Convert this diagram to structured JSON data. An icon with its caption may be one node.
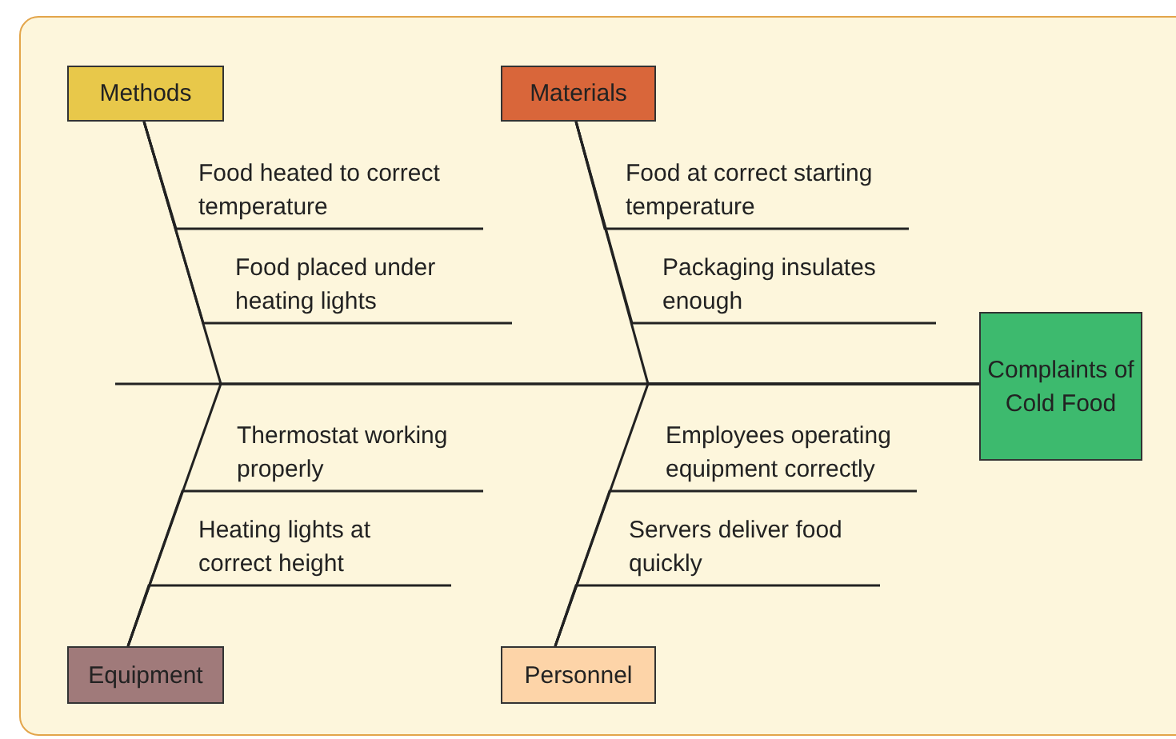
{
  "diagram": {
    "nodes": [
      {
        "text": [
          "Methods"
        ]
      },
      {
        "text": [
          "Materials"
        ]
      },
      {
        "text": [
          "Food heated to correct temperature"
        ]
      },
      {
        "text": [
          "Food at correct starting temperature"
        ]
      },
      {
        "text": [
          "Food placed under heating lights"
        ]
      },
      {
        "text": [
          "Packaging insulates enough"
        ]
      },
      {
        "text": [
          "Complaints of Cold Food"
        ]
      },
      {
        "text": [
          "Thermostat working properly"
        ]
      },
      {
        "text": [
          "Employees operating equipment correctly"
        ]
      },
      {
        "text": [
          "Heating lights at correct height"
        ]
      },
      {
        "text": [
          "Servers deliver food quickly"
        ]
      },
      {
        "text": [
          "Equipment"
        ]
      },
      {
        "text": [
          "Personnel"
        ]
      }
    ],
    "edges": [
      {
        "from": 0,
        "to": 6,
        "arrow": "none"
      },
      {
        "from": 1,
        "to": 6,
        "arrow": "none"
      },
      {
        "from": 11,
        "to": 6,
        "arrow": "none"
      },
      {
        "from": 12,
        "to": 6,
        "arrow": "none"
      },
      {
        "from": 2,
        "to": 0,
        "arrow": "none"
      },
      {
        "from": 4,
        "to": 0,
        "arrow": "none"
      },
      {
        "from": 3,
        "to": 1,
        "arrow": "none"
      },
      {
        "from": 5,
        "to": 1,
        "arrow": "none"
      },
      {
        "from": 7,
        "to": 11,
        "arrow": "none"
      },
      {
        "from": 9,
        "to": 11,
        "arrow": "none"
      },
      {
        "from": 8,
        "to": 12,
        "arrow": "none"
      },
      {
        "from": 10,
        "to": 12,
        "arrow": "none"
      }
    ]
  }
}
